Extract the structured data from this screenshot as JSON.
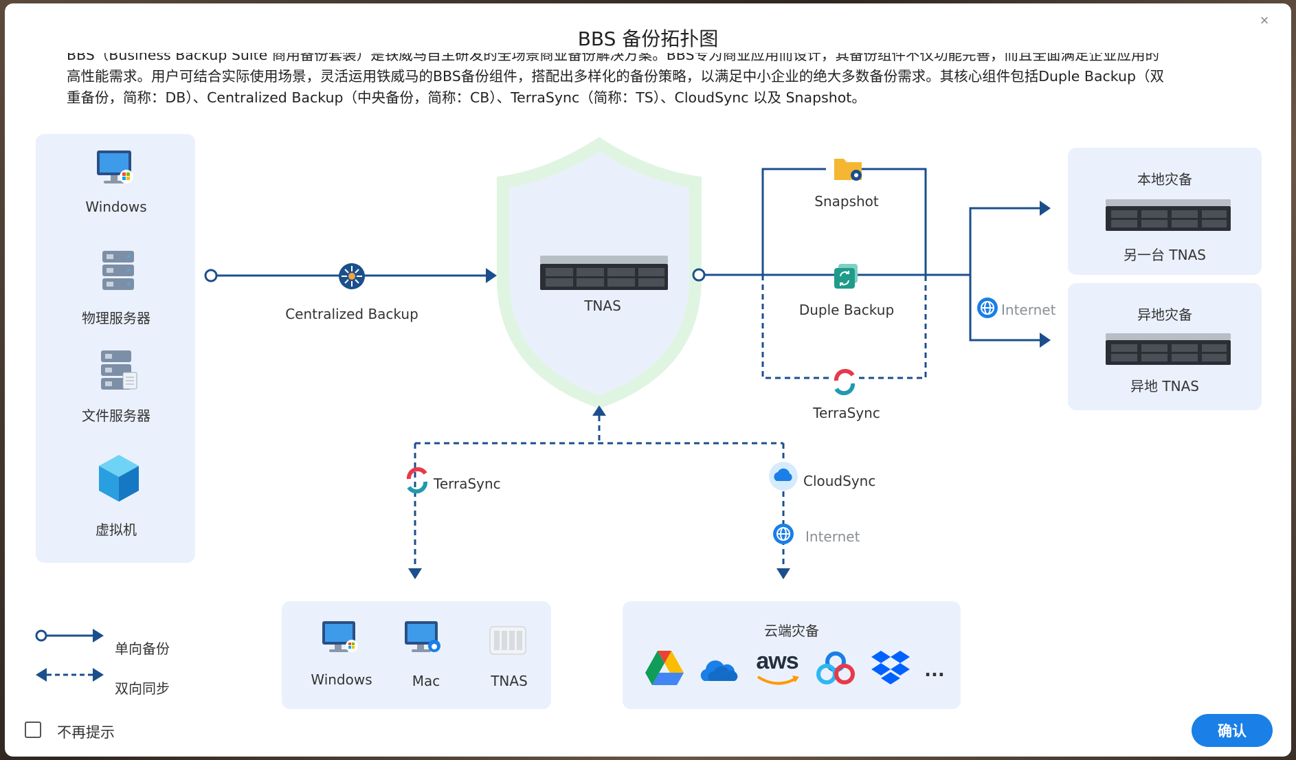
{
  "dialog": {
    "title": "BBS 备份拓扑图",
    "close_glyph": "×",
    "description_lines": [
      "BBS（Business Backup Suite 商用备份套装）是铁威马自主研发的全场景商业备份解决方案。BBS专为商业应用而设计，其备份组件不仅功能完善，而且全面满足企业应用的",
      "高性能需求。用户可结合实际使用场景，灵活运用铁威马的BBS备份组件，搭配出多样化的备份策略，以满足中小企业的绝大多数备份需求。其核心组件包括Duple Backup（双",
      "重备份，简称：DB）、Centralized Backup（中央备份，简称：CB）、TerraSync（简称：TS）、CloudSync 以及 Snapshot。"
    ]
  },
  "sources": {
    "windows": "Windows",
    "physical_server": "物理服务器",
    "file_server": "文件服务器",
    "vm": "虚拟机"
  },
  "center": {
    "centralized_backup": "Centralized Backup",
    "tnas": "TNAS"
  },
  "right": {
    "snapshot": "Snapshot",
    "duple_backup": "Duple Backup",
    "terrasync": "TerraSync",
    "internet": "Internet",
    "local_dr_title": "本地灾备",
    "local_dr_device": "另一台 TNAS",
    "remote_dr_title": "异地灾备",
    "remote_dr_device": "异地 TNAS"
  },
  "bottom": {
    "terrasync": "TerraSync",
    "cloudsync": "CloudSync",
    "internet": "Internet",
    "clients": [
      "Windows",
      "Mac",
      "TNAS"
    ],
    "cloud_title": "云端灾备",
    "cloud_aws": "aws",
    "cloud_more": "..."
  },
  "legend": {
    "one_way": "单向备份",
    "two_way": "双向同步"
  },
  "footer": {
    "dont_show": "不再提示",
    "confirm": "确认"
  },
  "colors": {
    "line": "#1b4f8c",
    "panel": "#eaf1fc",
    "shield": "#dff5e1",
    "accent": "#1a7fe6"
  }
}
